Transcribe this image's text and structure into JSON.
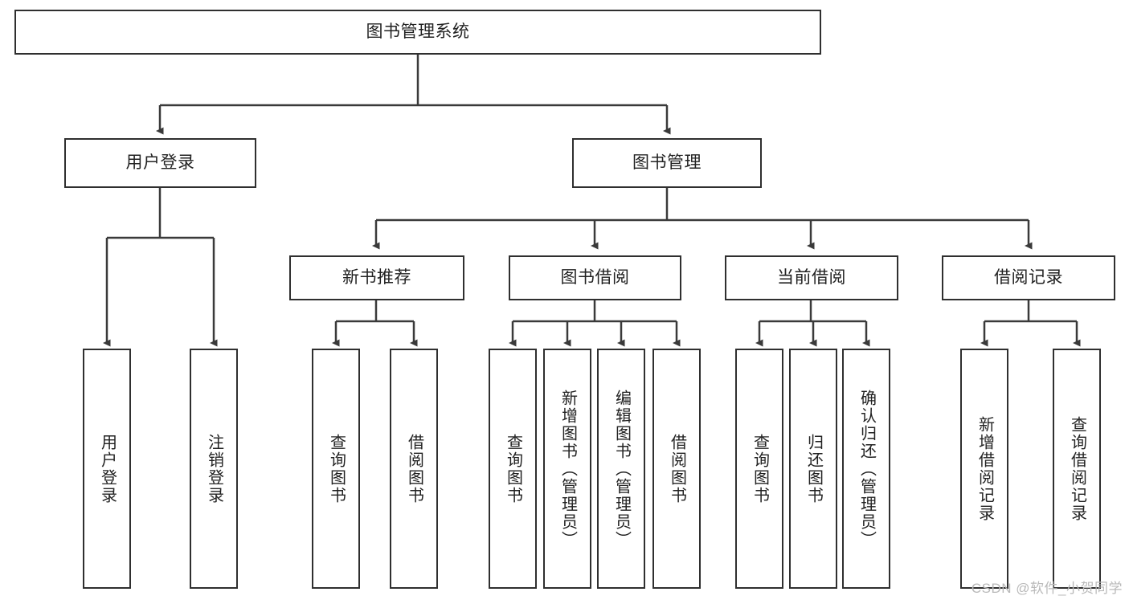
{
  "diagram": {
    "type": "hierarchy-tree",
    "title": "图书管理系统",
    "watermark": "CSDN @软件_小贺同学",
    "colors": {
      "box_border": "#2f2f2f",
      "box_fill": "#ffffff",
      "connector": "#3a3a3a",
      "text": "#222222",
      "watermark": "#b9b9b9",
      "background": "#ffffff"
    },
    "levels": {
      "root": {
        "id": "root",
        "label": "图书管理系统",
        "orientation": "horizontal"
      },
      "level2": [
        {
          "id": "user-login",
          "label": "用户登录",
          "orientation": "horizontal"
        },
        {
          "id": "book-manage",
          "label": "图书管理",
          "orientation": "horizontal"
        }
      ],
      "level3": [
        {
          "id": "new-book-recommend",
          "label": "新书推荐",
          "orientation": "horizontal",
          "parent": "book-manage"
        },
        {
          "id": "book-borrow",
          "label": "图书借阅",
          "orientation": "horizontal",
          "parent": "book-manage"
        },
        {
          "id": "current-borrow",
          "label": "当前借阅",
          "orientation": "horizontal",
          "parent": "book-manage"
        },
        {
          "id": "borrow-record",
          "label": "借阅记录",
          "orientation": "horizontal",
          "parent": "book-manage"
        }
      ],
      "leaves": [
        {
          "id": "leaf-user-login",
          "label": "用户登录",
          "orientation": "vertical",
          "parent": "user-login"
        },
        {
          "id": "leaf-user-logout",
          "label": "注销登录",
          "orientation": "vertical",
          "parent": "user-login"
        },
        {
          "id": "leaf-query-book-1",
          "label": "查询图书",
          "orientation": "vertical",
          "parent": "new-book-recommend"
        },
        {
          "id": "leaf-borrow-book-1",
          "label": "借阅图书",
          "orientation": "vertical",
          "parent": "new-book-recommend"
        },
        {
          "id": "leaf-query-book-2",
          "label": "查询图书",
          "orientation": "vertical",
          "parent": "book-borrow"
        },
        {
          "id": "leaf-add-book",
          "label": "新增图书（管理员）",
          "orientation": "vertical",
          "parent": "book-borrow"
        },
        {
          "id": "leaf-edit-book",
          "label": "编辑图书（管理员）",
          "orientation": "vertical",
          "parent": "book-borrow"
        },
        {
          "id": "leaf-borrow-book-2",
          "label": "借阅图书",
          "orientation": "vertical",
          "parent": "book-borrow"
        },
        {
          "id": "leaf-query-book-3",
          "label": "查询图书",
          "orientation": "vertical",
          "parent": "current-borrow"
        },
        {
          "id": "leaf-return-book",
          "label": "归还图书",
          "orientation": "vertical",
          "parent": "current-borrow"
        },
        {
          "id": "leaf-confirm-return",
          "label": "确认归还（管理员）",
          "orientation": "vertical",
          "parent": "current-borrow"
        },
        {
          "id": "leaf-add-record",
          "label": "新增借阅记录",
          "orientation": "vertical",
          "parent": "borrow-record"
        },
        {
          "id": "leaf-query-record",
          "label": "查询借阅记录",
          "orientation": "vertical",
          "parent": "borrow-record"
        }
      ]
    }
  }
}
